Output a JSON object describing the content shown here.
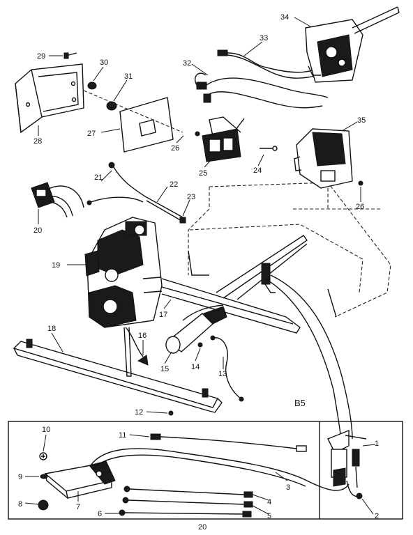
{
  "diagram": {
    "section_label": "B5",
    "callouts": {
      "c1": "1",
      "c2": "2",
      "c3": "3",
      "c4": "4",
      "c5": "5",
      "c6": "6",
      "c7": "7",
      "c8": "8",
      "c9": "9",
      "c10": "10",
      "c11": "11",
      "c12": "12",
      "c13": "13",
      "c14": "14",
      "c15": "15",
      "c16": "16",
      "c17": "17",
      "c18": "18",
      "c19": "19",
      "c20a": "20",
      "c20b": "20",
      "c21": "21",
      "c22": "22",
      "c23": "23",
      "c24": "24",
      "c25": "25",
      "c26a": "26",
      "c26b": "26",
      "c27": "27",
      "c28": "28",
      "c29": "29",
      "c30": "30",
      "c31": "31",
      "c32": "32",
      "c33": "33",
      "c34": "34",
      "c35": "35"
    }
  }
}
